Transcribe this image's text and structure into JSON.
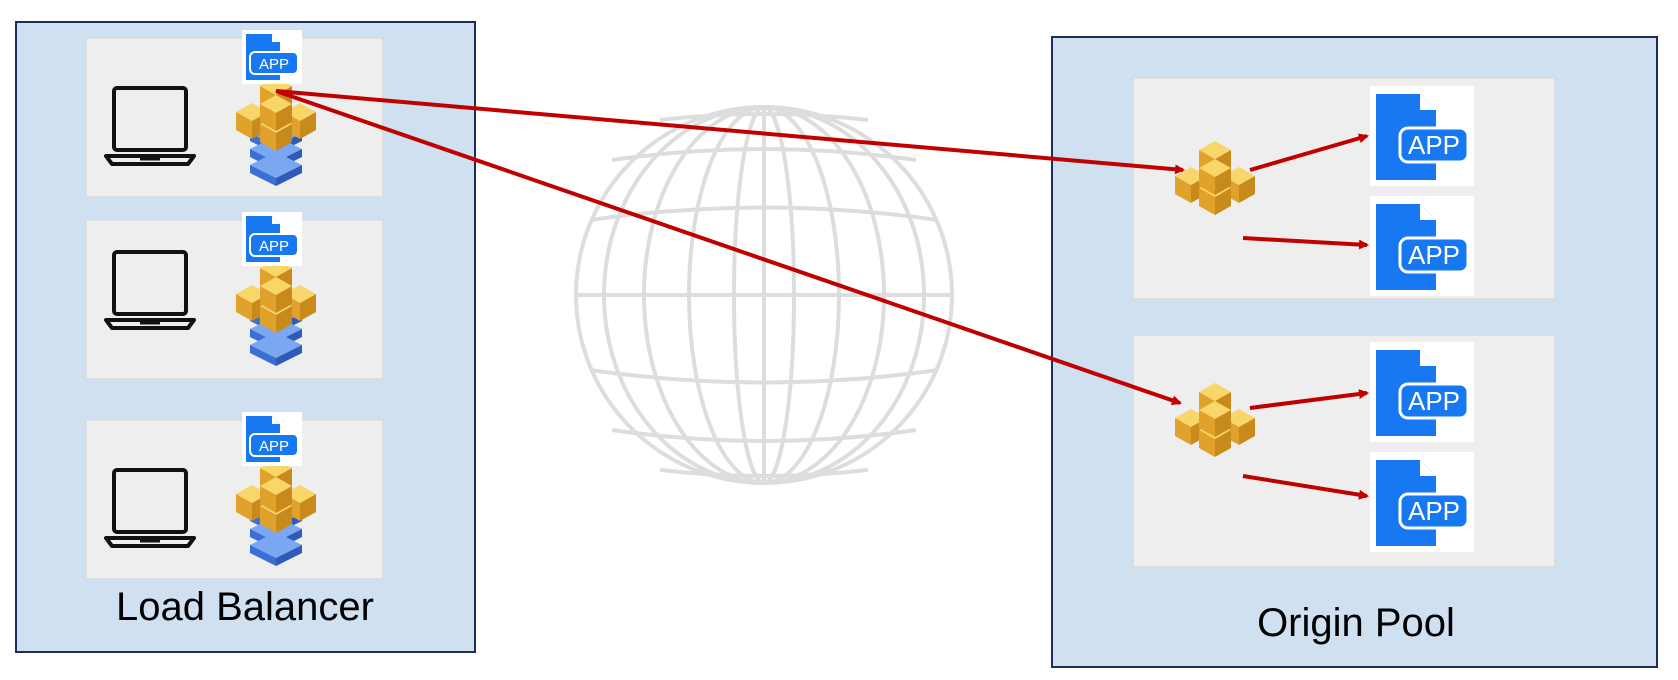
{
  "panels": {
    "left_label": "Load Balancer",
    "right_label": "Origin Pool"
  },
  "icons": {
    "app_badge_text": "APP",
    "laptop": "laptop-icon",
    "cluster": "cube-cluster-icon",
    "stack": "layer-stack-icon",
    "globe": "globe-icon",
    "app_file": "app-file-icon"
  },
  "colors": {
    "panel_fill": "#cfe0f1",
    "panel_border": "#1f2d5a",
    "card_fill": "#eeeeee",
    "arrow": "#c00000",
    "app_blue": "#1878f2",
    "cube_gold": "#f0b73a",
    "stack_blue": "#4b7fe0",
    "globe_line": "#dddddd"
  }
}
